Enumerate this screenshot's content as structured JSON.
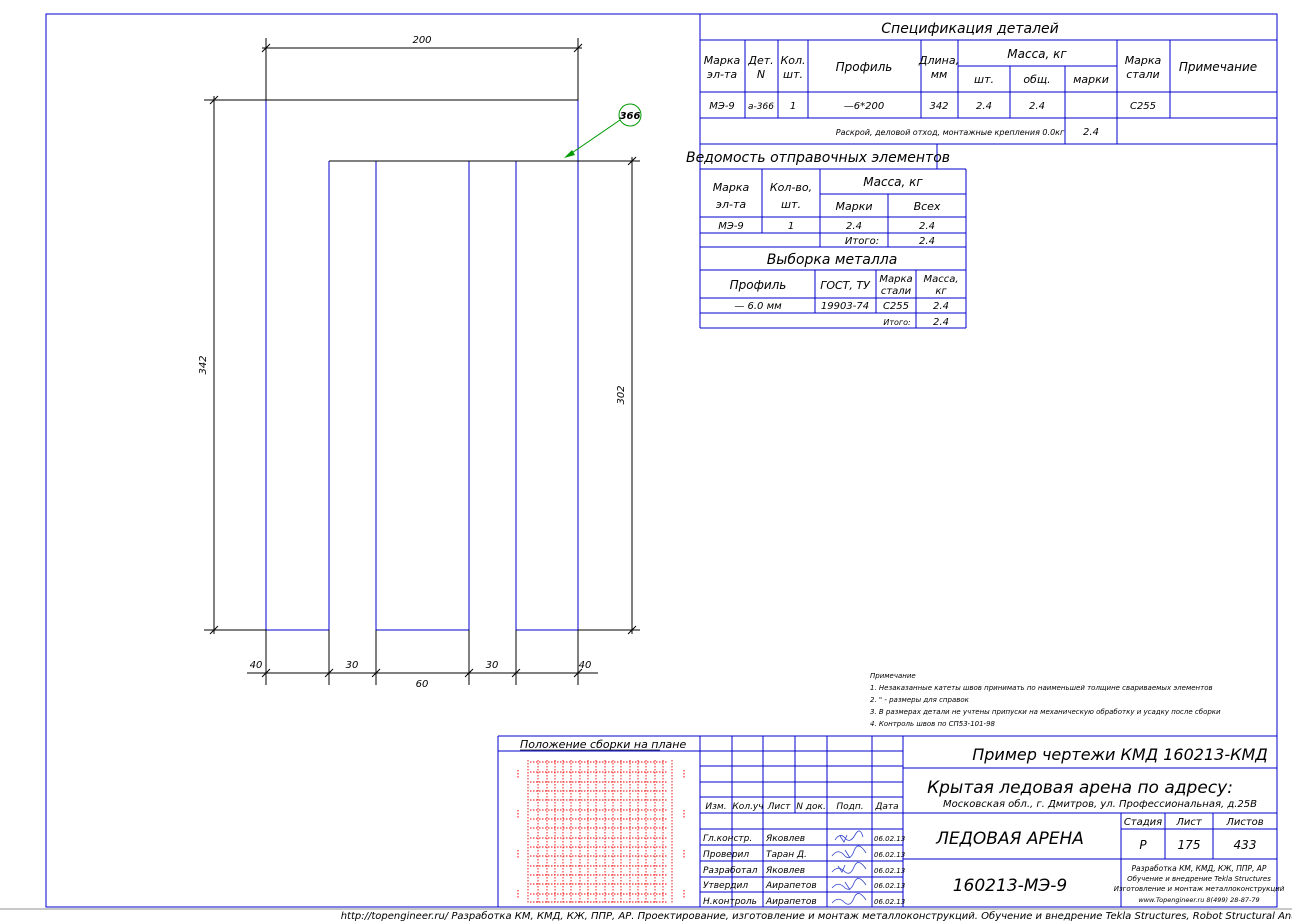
{
  "spec_table": {
    "title": "Спецификация деталей",
    "headers": {
      "mark_line1": "Марка",
      "mark_line2": "эл-та",
      "det_line1": "Дет.",
      "det_line2": "N",
      "qty_line1": "Кол.",
      "qty_line2": "шт.",
      "profile": "Профиль",
      "length_line1": "Длина,",
      "length_line2": "мм",
      "mass_group": "Масса, кг",
      "mass_piece": "шт.",
      "mass_total": "общ.",
      "mass_mark": "марки",
      "steel_line1": "Марка",
      "steel_line2": "стали",
      "note": "Примечание"
    },
    "row": {
      "mark": "МЭ-9",
      "det": "а-366",
      "qty": "1",
      "profile": "—6*200",
      "length": "342",
      "mass_piece": "2.4",
      "mass_total": "2.4",
      "mass_mark": "",
      "steel": "С255",
      "note": ""
    },
    "footer_label": "Раскрой, деловой отход, монтажные крепления 0.0кг",
    "footer_value": "2.4"
  },
  "shipping_table": {
    "title": "Ведомость отправочных элементов",
    "h_mark_line1": "Марка",
    "h_mark_line2": "эл-та",
    "h_qty_line1": "Кол-во,",
    "h_qty_line2": "шт.",
    "h_mass": "Масса, кг",
    "h_mass_mark": "Марки",
    "h_mass_all": "Всех",
    "row": {
      "mark": "МЭ-9",
      "qty": "1",
      "mass_mark": "2.4",
      "mass_all": "2.4"
    },
    "total_label": "Итого:",
    "total_value": "2.4"
  },
  "metal_table": {
    "title": "Выборка металла",
    "h_profile": "Профиль",
    "h_gost": "ГОСТ, ТУ",
    "h_steel_line1": "Марка",
    "h_steel_line2": "стали",
    "h_mass_line1": "Масса,",
    "h_mass_line2": "кг",
    "row": {
      "profile": "— 6.0 мм",
      "gost": "19903-74",
      "steel": "С255",
      "mass": "2.4"
    },
    "total_label": "Итого:",
    "total_value": "2.4"
  },
  "drawing": {
    "dim_top": "200",
    "dim_left": "342",
    "dim_right": "302",
    "dim_bottom_segments": [
      "40",
      "30",
      "30",
      "40"
    ],
    "dim_bottom_total": "60",
    "callout": "366"
  },
  "notes": {
    "title": "Примечание",
    "items": [
      "1. Незаказанные катеты швов принимать по наименьшей толщине свариваемых элементов",
      "2. \" - размеры для справок",
      "3. В размерах детали не учтены припуски на механическую обработку и усадку после сборки",
      "4. Контроль швов по СП53-101-98"
    ]
  },
  "title_block": {
    "plan_title": "Положение сборки на плане",
    "rev_headers": [
      "Изм.",
      "Кол.уч",
      "Лист",
      "N док.",
      "Подп.",
      "Дата"
    ],
    "people": [
      {
        "role": "Гл.констр.",
        "name": "Яковлев",
        "date": "06.02.13"
      },
      {
        "role": "Проверил",
        "name": "Таран Д.",
        "date": "06.02.13"
      },
      {
        "role": "Разработал",
        "name": "Яковлев",
        "date": "06.02.13"
      },
      {
        "role": "Утвердил",
        "name": "Аирапетов",
        "date": "06.02.13"
      },
      {
        "role": "Н.контроль",
        "name": "Аирапетов",
        "date": "06.02.13"
      }
    ],
    "project_code": "Пример чертежи КМД  160213-КМД",
    "object_title": "Крытая ледовая арена по адресу:",
    "object_address": "Московская обл., г. Дмитров, ул. Профессиональная, д.25В",
    "building": "ЛЕДОВАЯ АРЕНА",
    "stage_label": "Стадия",
    "sheet_label": "Лист",
    "sheets_label": "Листов",
    "stage": "Р",
    "sheet": "175",
    "sheets": "433",
    "drawing_code": "160213-МЭ-9",
    "company_lines": [
      "Разработка КМ, КМД, КЖ, ППР, АР",
      "Обучение и внедрение Tekla Structures",
      "Изготовление и монтаж металлоконструкций",
      "www.Topengineer.ru           8(499) 28-87-79"
    ]
  },
  "footer_text": "http://topengineer.ru/  Разработка КМ, КМД, КЖ, ППР, АР. Проектирование, изготовление и монтаж металлоконструкций. Обучение и внедрение Tekla Structures, Robot Structural Analysis",
  "colors": {
    "frame": "#0000cc",
    "lines": "#000000",
    "leader": "#009900",
    "plan": "#ee0000"
  }
}
